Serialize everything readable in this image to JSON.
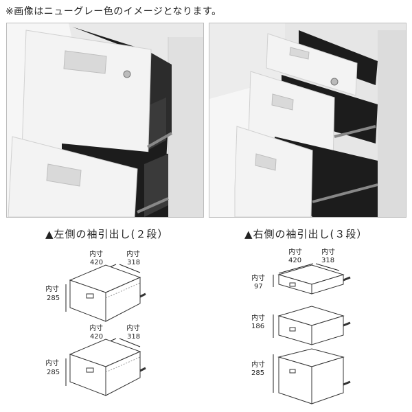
{
  "note": "※画像はニューグレー色のイメージとなります。",
  "captions": {
    "left": "▲左側の袖引出し(２段）",
    "right": "▲右側の袖引出し(３段）"
  },
  "dims": {
    "inner": "内寸",
    "w420": "420",
    "d318": "318",
    "h285": "285",
    "h97": "97",
    "h186": "186"
  },
  "colors": {
    "cabinet": "#ebebeb",
    "drawer_front": "#f4f4f4",
    "drawer_interior": "#1e1e1e",
    "rail": "#8a8a8a"
  }
}
